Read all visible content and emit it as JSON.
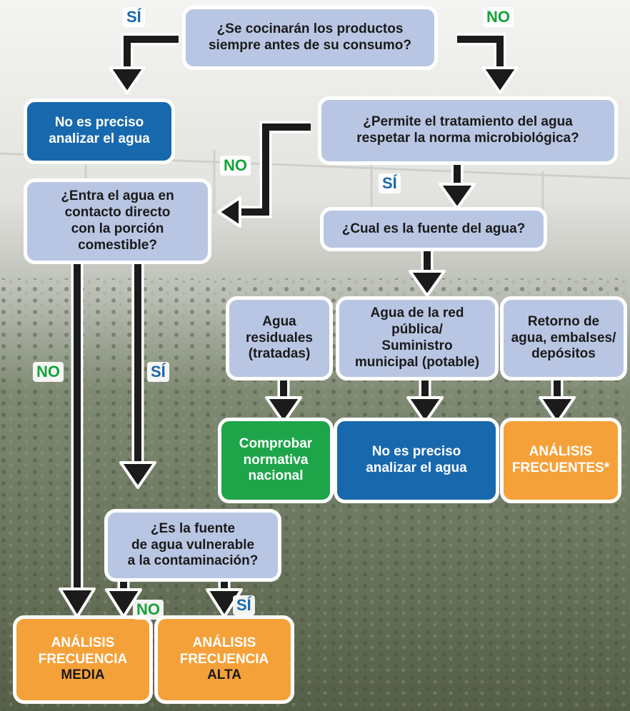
{
  "nodes": {
    "q1": [
      "¿Se cocinarán los productos",
      "siempre antes de su consumo?"
    ],
    "no_analyze_top": [
      "No es preciso",
      "analizar el agua"
    ],
    "q2": [
      "¿Permite el tratamiento del agua",
      "respetar la norma microbiológica?"
    ],
    "q3": [
      "¿Entra el agua en",
      "contacto directo",
      "con la porción",
      "comestible?"
    ],
    "q4": [
      "¿Cual es la fuente del agua?"
    ],
    "src_wastewater": [
      "Agua",
      "residuales",
      "(tratadas)"
    ],
    "src_public": [
      "Agua de la red",
      "pública/",
      "Suministro",
      "municipal (potable)"
    ],
    "src_return": [
      "Retorno de",
      "agua, embalses/",
      "depósitos"
    ],
    "check_national": [
      "Comprobar",
      "normativa",
      "nacional"
    ],
    "no_analyze_mid": [
      "No es preciso",
      "analizar el agua"
    ],
    "frequent": [
      "ANÁLISIS",
      "FRECUENTES*"
    ],
    "q5": [
      "¿Es la fuente",
      "de agua vulnerable",
      "a la contaminación?"
    ],
    "freq_medium": [
      "ANÁLISIS",
      "FRECUENCIA"
    ],
    "freq_medium_level": "MEDIA",
    "freq_high": [
      "ANÁLISIS",
      "FRECUENCIA"
    ],
    "freq_high_level": "ALTA"
  },
  "labels": {
    "q1_yes": "SÍ",
    "q1_no": "NO",
    "q2_no": "NO",
    "q2_yes": "SÍ",
    "q3_no": "NO",
    "q3_yes": "SÍ",
    "q5_no": "NO",
    "q5_yes": "SÍ"
  },
  "colors": {
    "question": "#b9c6e3",
    "blue": "#1868ad",
    "green": "#1ea54a",
    "orange": "#f5a13a",
    "label_blue": "#1868ad",
    "label_green": "#15a23a"
  }
}
